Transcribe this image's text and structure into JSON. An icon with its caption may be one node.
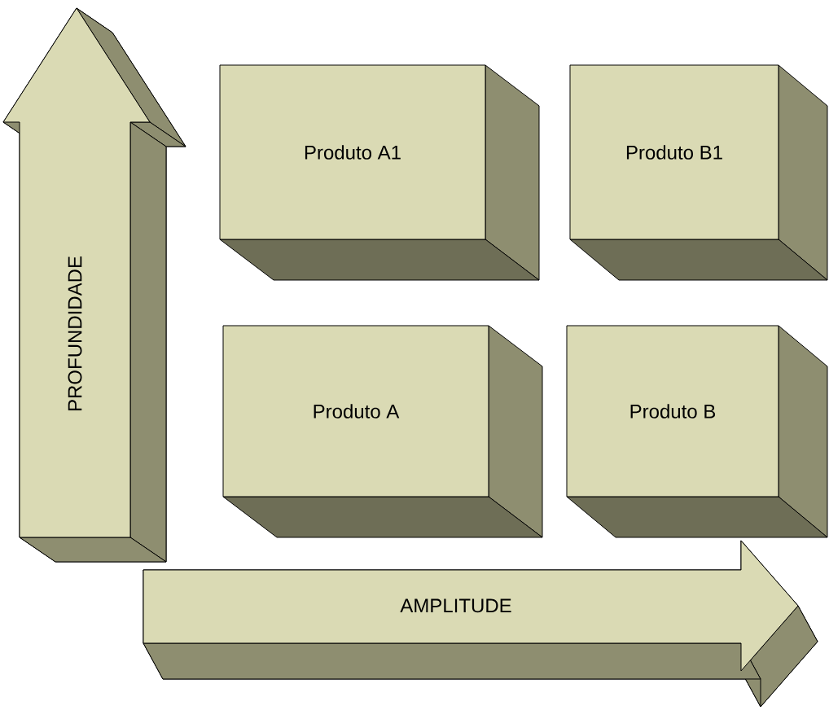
{
  "diagram": {
    "nodes": [
      {
        "text": [
          "PROFUNDIDADE"
        ]
      },
      {
        "text": [
          "Produto A1"
        ]
      },
      {
        "text": [
          "Produto B1"
        ]
      },
      {
        "text": [
          "Produto A"
        ]
      },
      {
        "text": [
          "Produto B"
        ]
      },
      {
        "text": [
          "AMPLITUDE"
        ]
      }
    ]
  }
}
